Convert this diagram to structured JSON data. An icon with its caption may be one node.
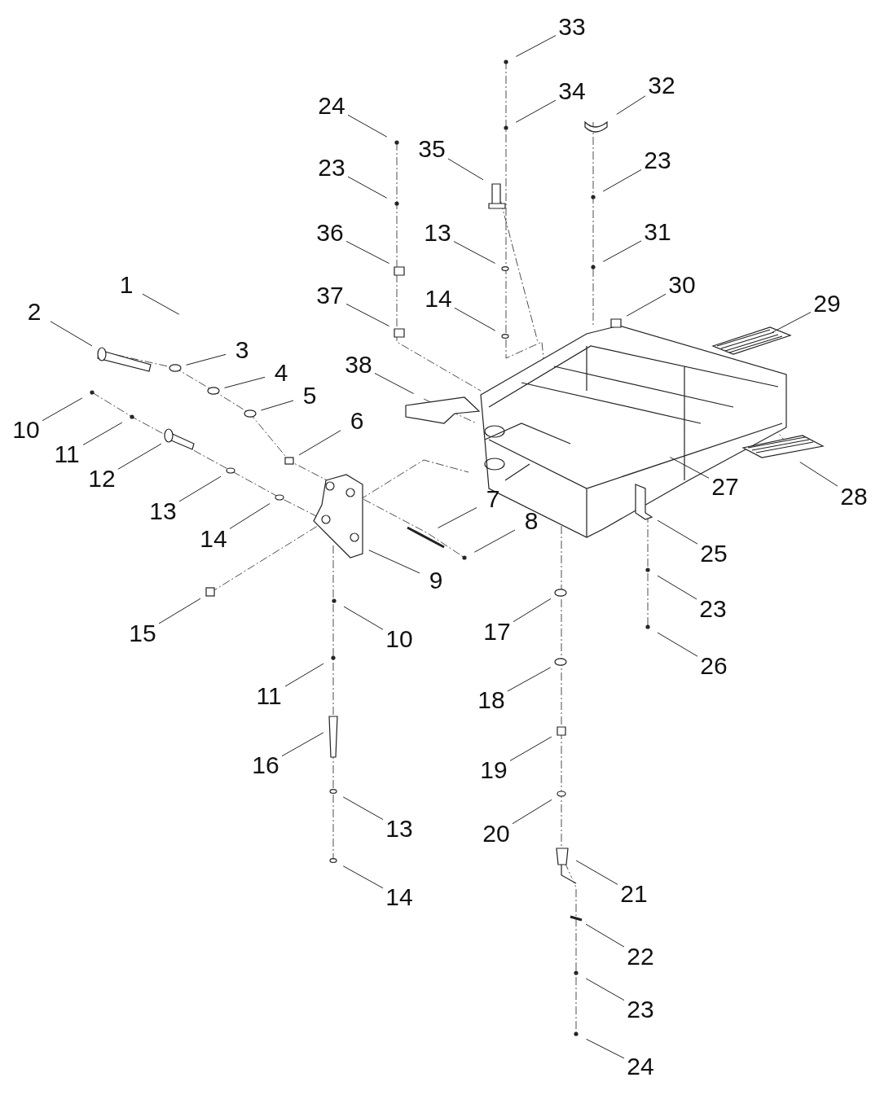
{
  "diagram": {
    "nodes": [
      {
        "text": [
          "33"
        ]
      },
      {
        "text": [
          "34"
        ]
      },
      {
        "text": [
          "32"
        ]
      },
      {
        "text": [
          "24"
        ]
      },
      {
        "text": [
          "35"
        ]
      },
      {
        "text": [
          "23"
        ]
      },
      {
        "text": [
          "23"
        ]
      },
      {
        "text": [
          "36"
        ]
      },
      {
        "text": [
          "13"
        ]
      },
      {
        "text": [
          "31"
        ]
      },
      {
        "text": [
          "30"
        ]
      },
      {
        "text": [
          "14"
        ]
      },
      {
        "text": [
          "37"
        ]
      },
      {
        "text": [
          "29"
        ]
      },
      {
        "text": [
          "1"
        ]
      },
      {
        "text": [
          "2"
        ]
      },
      {
        "text": [
          "3"
        ]
      },
      {
        "text": [
          "38"
        ]
      },
      {
        "text": [
          "4"
        ]
      },
      {
        "text": [
          "5"
        ]
      },
      {
        "text": [
          "6"
        ]
      },
      {
        "text": [
          "10"
        ]
      },
      {
        "text": [
          "11"
        ]
      },
      {
        "text": [
          "12"
        ]
      },
      {
        "text": [
          "27"
        ]
      },
      {
        "text": [
          "28"
        ]
      },
      {
        "text": [
          "13"
        ]
      },
      {
        "text": [
          "7"
        ]
      },
      {
        "text": [
          "8"
        ]
      },
      {
        "text": [
          "14"
        ]
      },
      {
        "text": [
          "25"
        ]
      },
      {
        "text": [
          "9"
        ]
      },
      {
        "text": [
          "23"
        ]
      },
      {
        "text": [
          "15"
        ]
      },
      {
        "text": [
          "10"
        ]
      },
      {
        "text": [
          "17"
        ]
      },
      {
        "text": [
          "26"
        ]
      },
      {
        "text": [
          "11"
        ]
      },
      {
        "text": [
          "18"
        ]
      },
      {
        "text": [
          "16"
        ]
      },
      {
        "text": [
          "19"
        ]
      },
      {
        "text": [
          "13"
        ]
      },
      {
        "text": [
          "20"
        ]
      },
      {
        "text": [
          "14"
        ]
      },
      {
        "text": [
          "21"
        ]
      },
      {
        "text": [
          "22"
        ]
      },
      {
        "text": [
          "23"
        ]
      },
      {
        "text": [
          "24"
        ]
      }
    ],
    "edges": [
      {
        "from": 0,
        "to": null,
        "arrow": "none"
      },
      {
        "from": 1,
        "to": null,
        "arrow": "none"
      },
      {
        "from": 2,
        "to": null,
        "arrow": "none"
      },
      {
        "from": 3,
        "to": null,
        "arrow": "none"
      },
      {
        "from": 4,
        "to": null,
        "arrow": "none"
      },
      {
        "from": 5,
        "to": null,
        "arrow": "none"
      },
      {
        "from": 6,
        "to": null,
        "arrow": "none"
      },
      {
        "from": 7,
        "to": null,
        "arrow": "none"
      },
      {
        "from": 8,
        "to": null,
        "arrow": "none"
      },
      {
        "from": 9,
        "to": null,
        "arrow": "none"
      },
      {
        "from": 10,
        "to": null,
        "arrow": "none"
      },
      {
        "from": 11,
        "to": null,
        "arrow": "none"
      },
      {
        "from": 12,
        "to": null,
        "arrow": "none"
      },
      {
        "from": 13,
        "to": null,
        "arrow": "none"
      },
      {
        "from": 14,
        "to": null,
        "arrow": "none"
      },
      {
        "from": 15,
        "to": null,
        "arrow": "none"
      },
      {
        "from": 16,
        "to": null,
        "arrow": "none"
      },
      {
        "from": 17,
        "to": null,
        "arrow": "none"
      },
      {
        "from": 18,
        "to": null,
        "arrow": "none"
      },
      {
        "from": 19,
        "to": null,
        "arrow": "none"
      },
      {
        "from": 20,
        "to": null,
        "arrow": "none"
      },
      {
        "from": 21,
        "to": null,
        "arrow": "none"
      },
      {
        "from": 22,
        "to": null,
        "arrow": "none"
      },
      {
        "from": 23,
        "to": null,
        "arrow": "none"
      },
      {
        "from": 24,
        "to": null,
        "arrow": "none"
      },
      {
        "from": 25,
        "to": null,
        "arrow": "none"
      },
      {
        "from": 26,
        "to": null,
        "arrow": "none"
      },
      {
        "from": 27,
        "to": null,
        "arrow": "none"
      },
      {
        "from": 28,
        "to": null,
        "arrow": "none"
      },
      {
        "from": 29,
        "to": null,
        "arrow": "none"
      },
      {
        "from": 30,
        "to": null,
        "arrow": "none"
      },
      {
        "from": 31,
        "to": null,
        "arrow": "none"
      },
      {
        "from": 32,
        "to": null,
        "arrow": "none"
      },
      {
        "from": 33,
        "to": null,
        "arrow": "none"
      },
      {
        "from": 34,
        "to": null,
        "arrow": "none"
      },
      {
        "from": 35,
        "to": null,
        "arrow": "none"
      },
      {
        "from": 36,
        "to": null,
        "arrow": "none"
      },
      {
        "from": 37,
        "to": null,
        "arrow": "none"
      },
      {
        "from": 38,
        "to": null,
        "arrow": "none"
      },
      {
        "from": 39,
        "to": null,
        "arrow": "none"
      },
      {
        "from": 40,
        "to": null,
        "arrow": "none"
      },
      {
        "from": 41,
        "to": null,
        "arrow": "none"
      },
      {
        "from": 42,
        "to": null,
        "arrow": "none"
      },
      {
        "from": 43,
        "to": null,
        "arrow": "none"
      },
      {
        "from": 44,
        "to": null,
        "arrow": "none"
      },
      {
        "from": 45,
        "to": null,
        "arrow": "none"
      },
      {
        "from": 46,
        "to": null,
        "arrow": "none"
      },
      {
        "from": 47,
        "to": null,
        "arrow": "none"
      }
    ]
  }
}
